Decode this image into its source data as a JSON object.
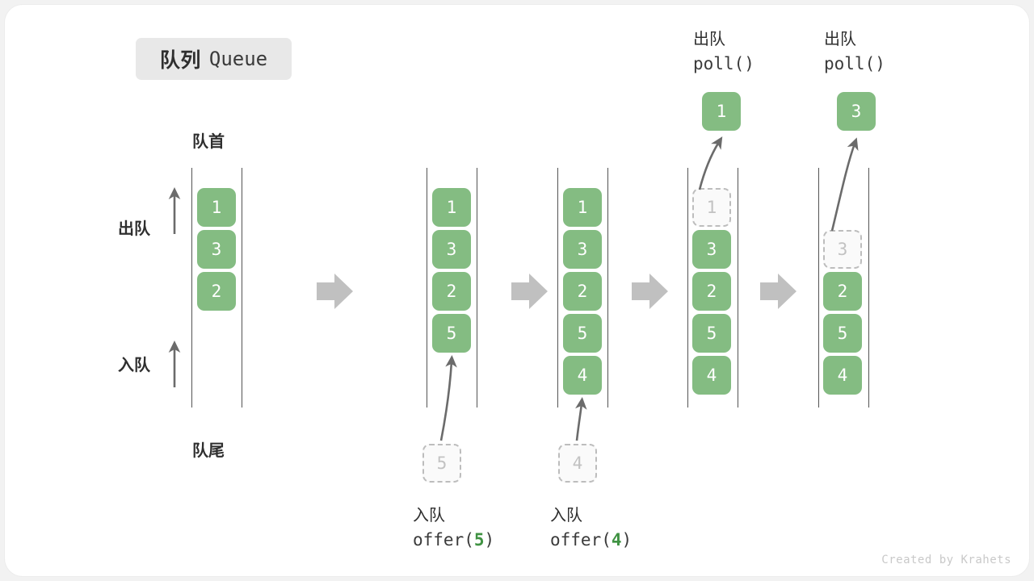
{
  "title": {
    "cn": "队列",
    "en": "Queue"
  },
  "labels": {
    "head": "队首",
    "tail": "队尾",
    "dequeue": "出队",
    "enqueue": "入队"
  },
  "footer": "Created by Krahets",
  "colors": {
    "element_green": "#84bc82",
    "ghost_border": "#bdbdbd",
    "ghost_fill": "#fafafa",
    "rail": "#545454",
    "step_arrow": "#c0c0c0",
    "badge_bg": "#e8e8e8",
    "text_dark": "#2f2f2f",
    "arg_green": "#3f9242"
  },
  "columns": [
    {
      "id": "initial",
      "name": "initial-queue",
      "cells": [
        {
          "value": "1",
          "state": "filled"
        },
        {
          "value": "3",
          "state": "filled"
        },
        {
          "value": "2",
          "state": "filled"
        }
      ],
      "caption_cn": "",
      "caption_code": "",
      "caption_arg": "",
      "ghost_below": null,
      "float_above": null,
      "float_label_cn": "",
      "float_label_code": ""
    },
    {
      "id": "offer5",
      "name": "queue-after-offer-5",
      "cells": [
        {
          "value": "1",
          "state": "filled"
        },
        {
          "value": "3",
          "state": "filled"
        },
        {
          "value": "2",
          "state": "filled"
        },
        {
          "value": "5",
          "state": "filled"
        }
      ],
      "caption_cn": "入队",
      "caption_code": "offer(",
      "caption_arg": "5",
      "caption_code_end": ")",
      "ghost_below": "5",
      "float_above": null,
      "float_label_cn": "",
      "float_label_code": ""
    },
    {
      "id": "offer4",
      "name": "queue-after-offer-4",
      "cells": [
        {
          "value": "1",
          "state": "filled"
        },
        {
          "value": "3",
          "state": "filled"
        },
        {
          "value": "2",
          "state": "filled"
        },
        {
          "value": "5",
          "state": "filled"
        },
        {
          "value": "4",
          "state": "filled"
        }
      ],
      "caption_cn": "入队",
      "caption_code": "offer(",
      "caption_arg": "4",
      "caption_code_end": ")",
      "ghost_below": "4",
      "float_above": null,
      "float_label_cn": "",
      "float_label_code": ""
    },
    {
      "id": "poll1",
      "name": "queue-after-poll-1",
      "cells": [
        {
          "value": "1",
          "state": "ghost"
        },
        {
          "value": "3",
          "state": "filled"
        },
        {
          "value": "2",
          "state": "filled"
        },
        {
          "value": "5",
          "state": "filled"
        },
        {
          "value": "4",
          "state": "filled"
        }
      ],
      "caption_cn": "",
      "caption_code": "",
      "caption_arg": "",
      "ghost_below": null,
      "float_above": "1",
      "float_label_cn": "出队",
      "float_label_code": "poll()"
    },
    {
      "id": "poll3",
      "name": "queue-after-poll-3",
      "cells": [
        {
          "value": "",
          "state": "empty"
        },
        {
          "value": "3",
          "state": "ghost"
        },
        {
          "value": "2",
          "state": "filled"
        },
        {
          "value": "5",
          "state": "filled"
        },
        {
          "value": "4",
          "state": "filled"
        }
      ],
      "caption_cn": "",
      "caption_code": "",
      "caption_arg": "",
      "ghost_below": null,
      "float_above": "3",
      "float_label_cn": "出队",
      "float_label_code": "poll()"
    }
  ],
  "step_arrows": 4
}
